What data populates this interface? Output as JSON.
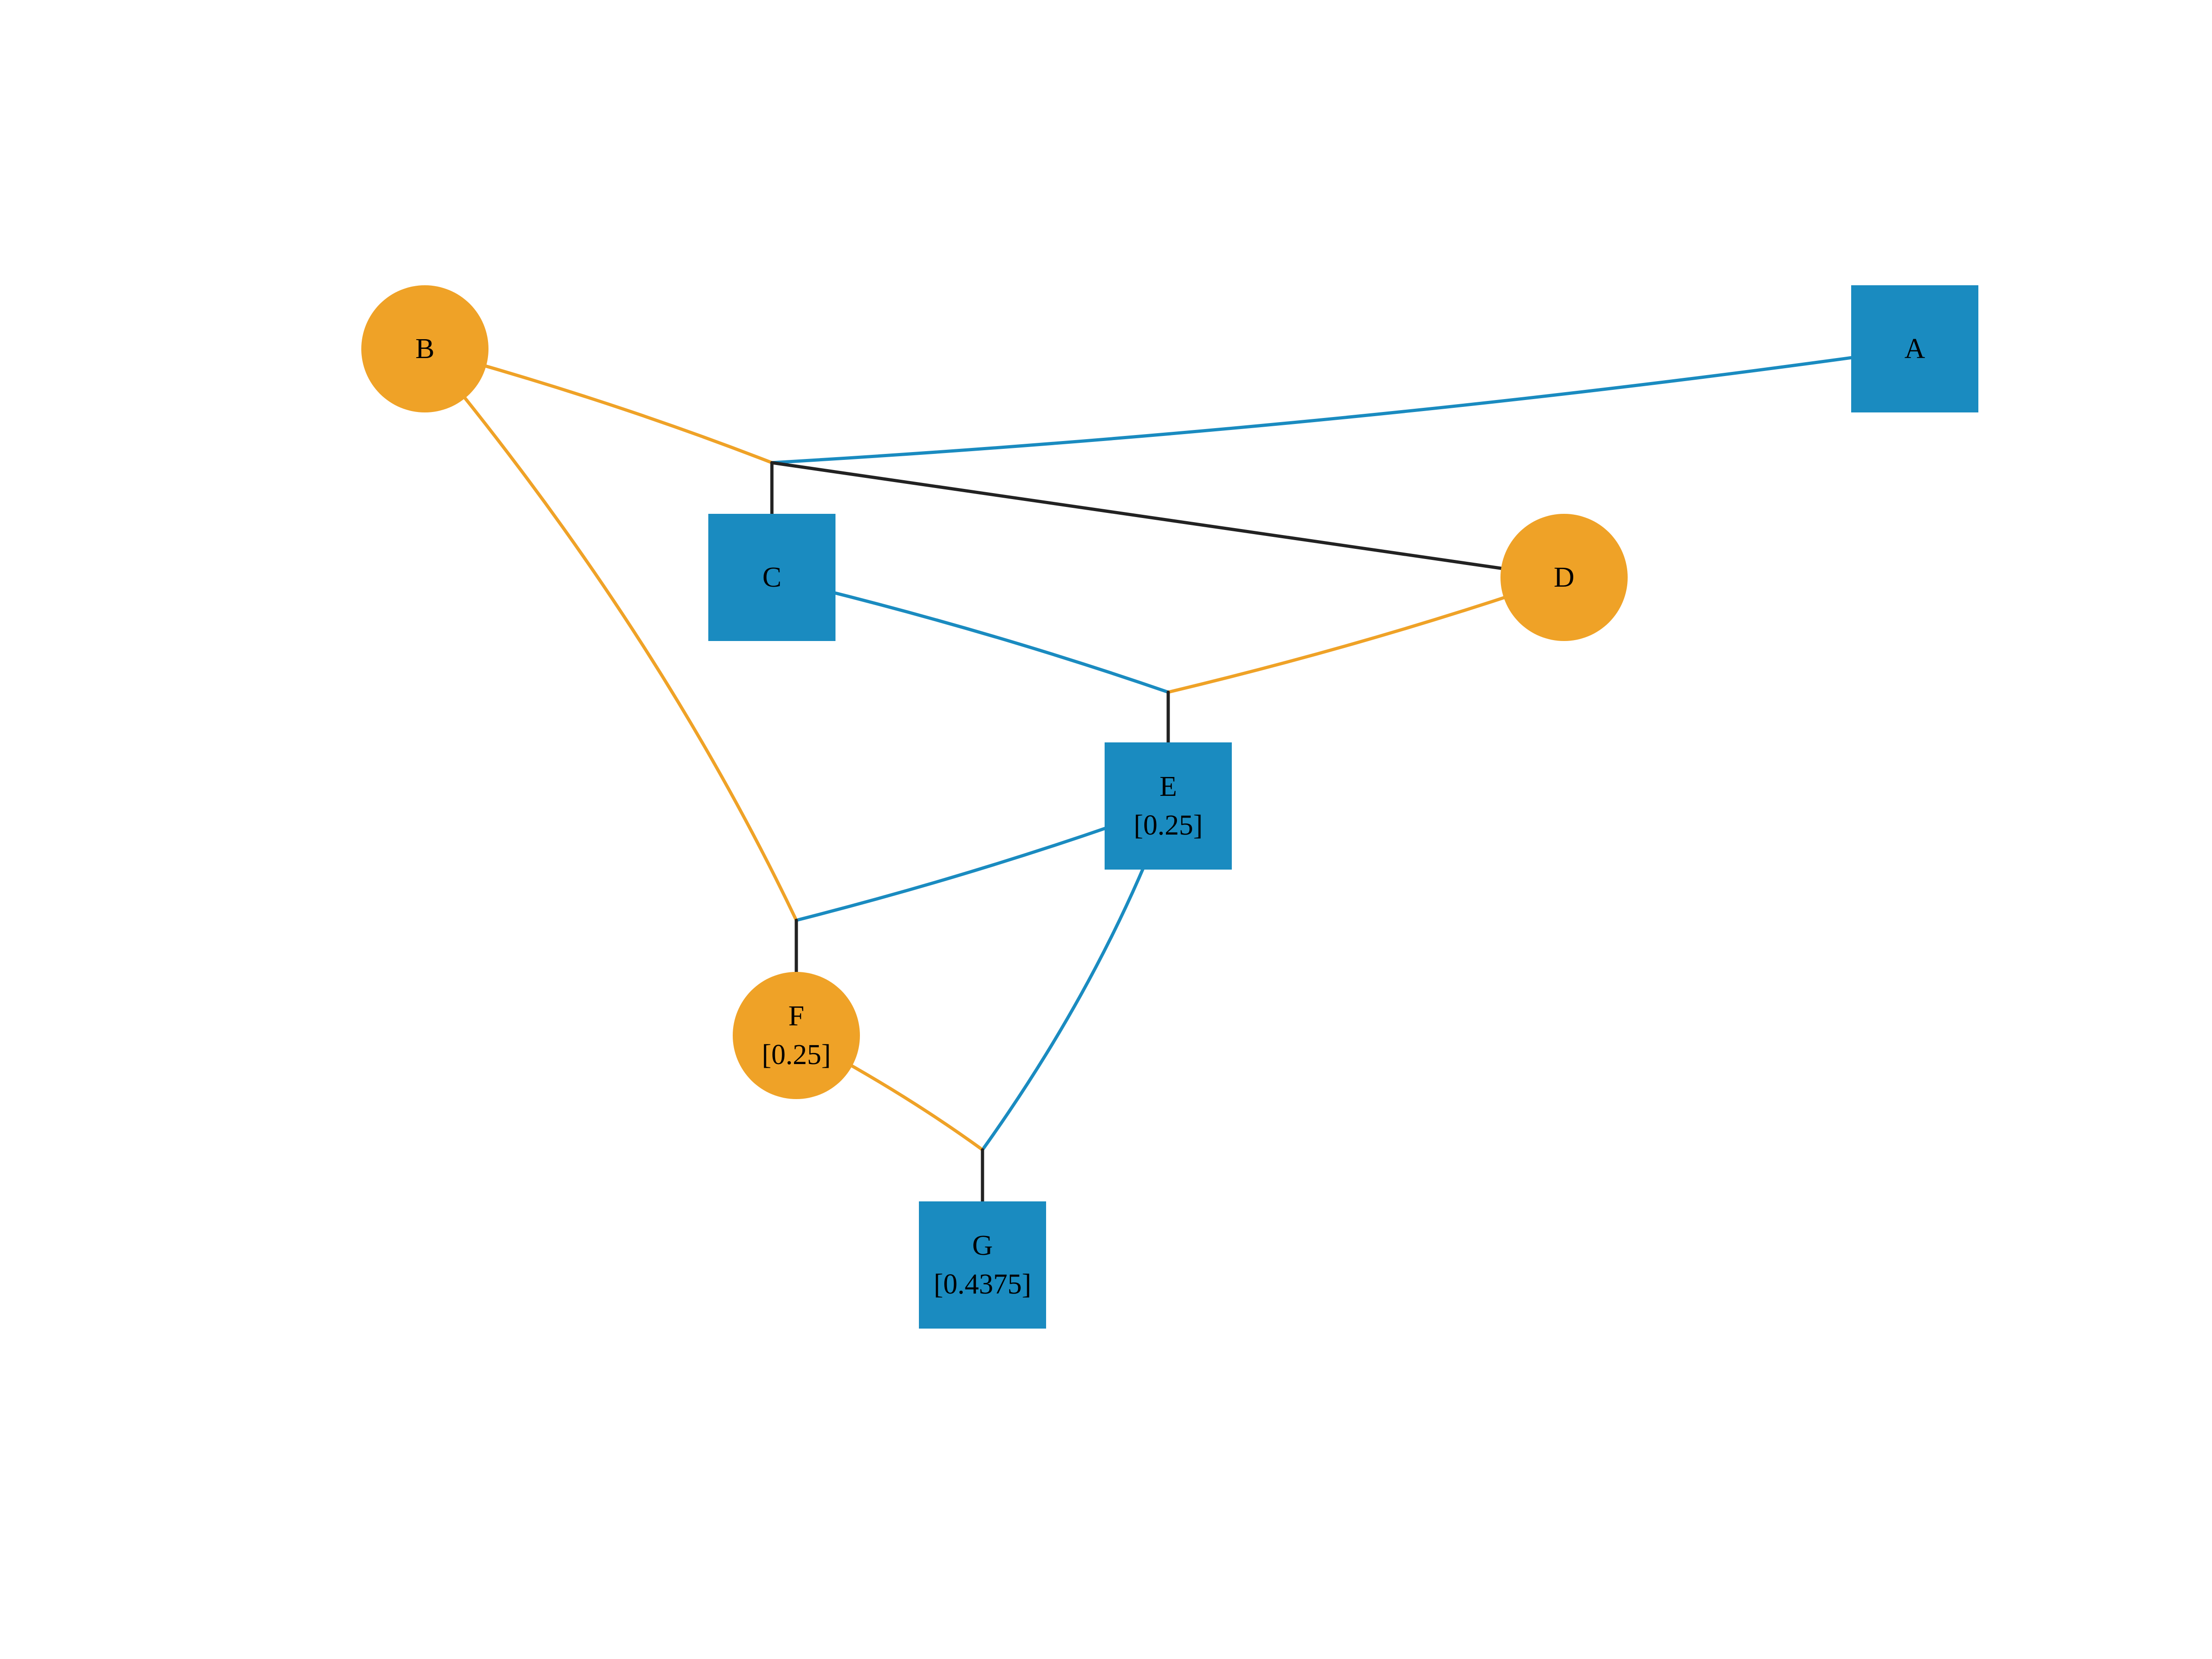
{
  "colors": {
    "square": "#1a8bc0",
    "circle": "#efa227",
    "stem": "#222222"
  },
  "nodes": [
    {
      "id": "A",
      "shape": "square",
      "label": "A",
      "sublabel": ""
    },
    {
      "id": "B",
      "shape": "circle",
      "label": "B",
      "sublabel": ""
    },
    {
      "id": "C",
      "shape": "square",
      "label": "C",
      "sublabel": ""
    },
    {
      "id": "D",
      "shape": "circle",
      "label": "D",
      "sublabel": ""
    },
    {
      "id": "E",
      "shape": "square",
      "label": "E",
      "sublabel": "[0.25]"
    },
    {
      "id": "F",
      "shape": "circle",
      "label": "F",
      "sublabel": "[0.25]"
    },
    {
      "id": "G",
      "shape": "square",
      "label": "G",
      "sublabel": "[0.4375]"
    }
  ],
  "matings": [
    {
      "id": "m-C",
      "father": "A",
      "mother": "B",
      "child": "C"
    },
    {
      "id": "m-E",
      "father": "C",
      "mother": "D",
      "child": "E"
    },
    {
      "id": "m-F",
      "father": "E",
      "mother": "B",
      "child": "F"
    },
    {
      "id": "m-G",
      "father": "E",
      "mother": "F",
      "child": "G"
    }
  ],
  "extra_links": [
    {
      "from": "m-C",
      "to": "D",
      "color": "stem"
    }
  ]
}
